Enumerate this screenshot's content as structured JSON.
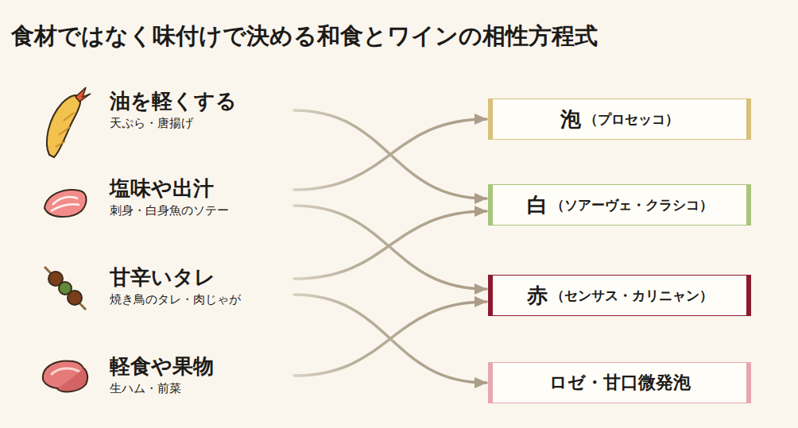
{
  "diagram": {
    "title": "食材ではなく味付けで決める和食とワインの相性方程式",
    "nodes": [
      {
        "text": [
          "油を軽くする",
          "天ぷら・唐揚げ"
        ]
      },
      {
        "text": [
          "塩味や出汁",
          "刺身・白身魚のソテー"
        ]
      },
      {
        "text": [
          "甘辛いタレ",
          "焼き鳥のタレ・肉じゃが"
        ]
      },
      {
        "text": [
          "軽食や果物",
          "生ハム・前菜"
        ]
      },
      {
        "text": [
          "泡",
          "（プロセッコ）"
        ]
      },
      {
        "text": [
          "白",
          "（ソアーヴェ・クラシコ）"
        ]
      },
      {
        "text": [
          "赤",
          "（センサス・カリニャン）"
        ]
      },
      {
        "text": [
          "ロゼ・甘口微発泡"
        ]
      }
    ],
    "edges": [
      {
        "from": 0,
        "to": 5,
        "arrow": "to"
      },
      {
        "from": 1,
        "to": 4,
        "arrow": "to"
      },
      {
        "from": 1,
        "to": 6,
        "arrow": "to"
      },
      {
        "from": 2,
        "to": 5,
        "arrow": "to"
      },
      {
        "from": 2,
        "to": 7,
        "arrow": "to"
      },
      {
        "from": 3,
        "to": 6,
        "arrow": "to"
      }
    ]
  }
}
